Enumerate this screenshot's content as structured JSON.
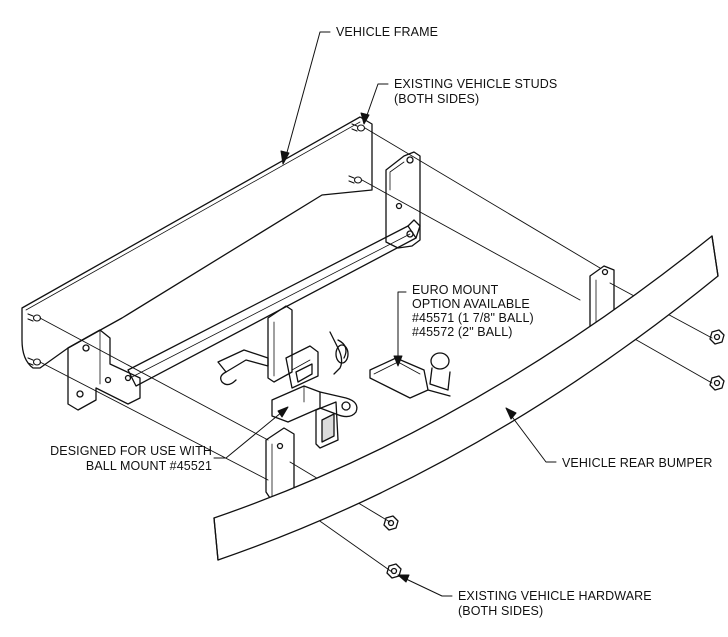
{
  "labels": {
    "vehicle_frame": "VEHICLE FRAME",
    "studs_line1": "EXISTING VEHICLE STUDS",
    "studs_line2": "(BOTH SIDES)",
    "euro_line1": "EURO MOUNT",
    "euro_line2": "OPTION AVAILABLE",
    "euro_line3": "#45571 (1 7/8\" BALL)",
    "euro_line4": "#45572 (2\" BALL)",
    "bumper": "VEHICLE REAR BUMPER",
    "designed_line1": "DESIGNED FOR USE WITH",
    "designed_line2": "BALL MOUNT #45521",
    "hardware_line1": "EXISTING VEHICLE HARDWARE",
    "hardware_line2": "(BOTH SIDES)"
  }
}
